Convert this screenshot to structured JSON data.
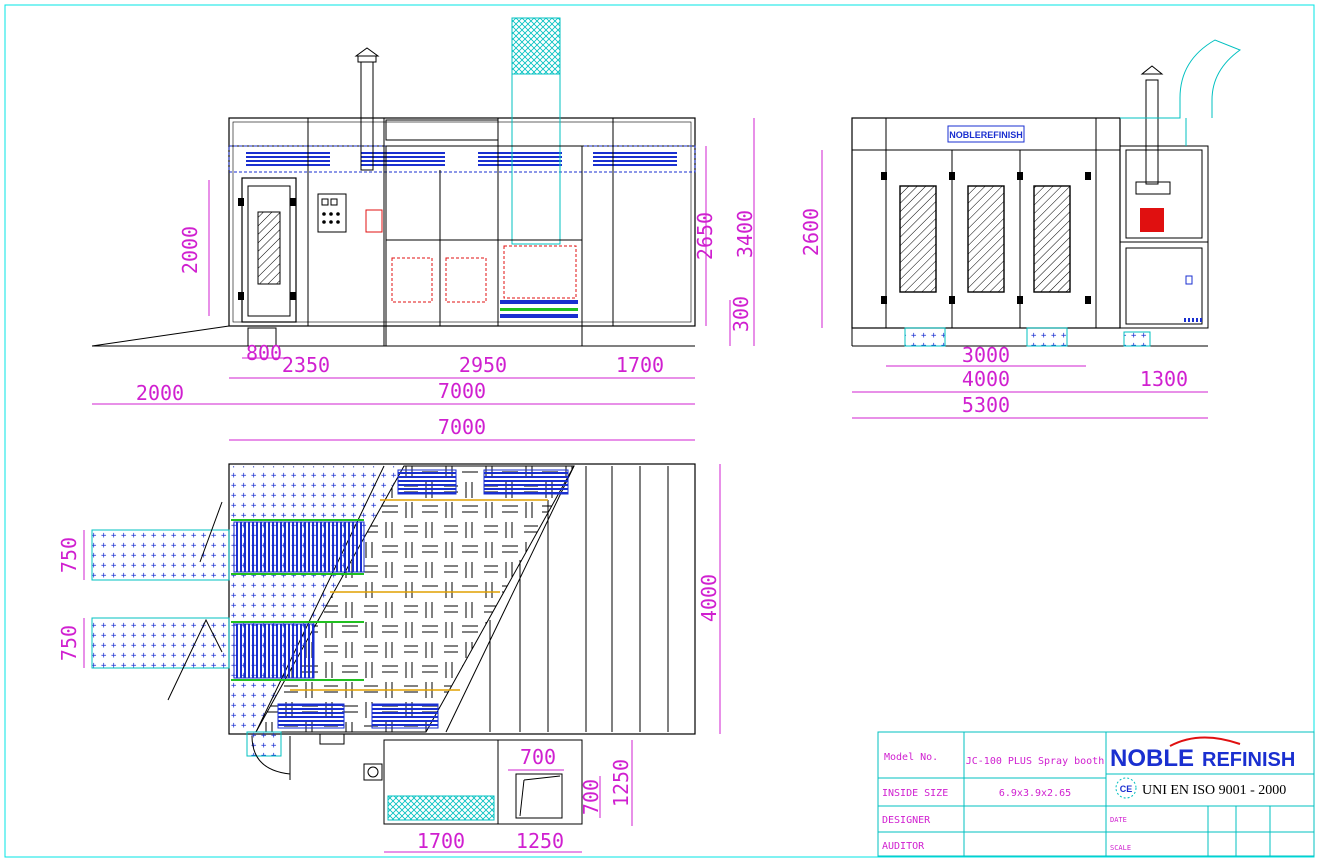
{
  "dims": {
    "side_2000_h": "2000",
    "side_2650": "2650",
    "side_3400": "3400",
    "side_300": "300",
    "side_800": "800",
    "side_2350": "2350",
    "side_2950": "2950",
    "side_1700": "1700",
    "side_2000_w": "2000",
    "side_7000": "7000",
    "front_2600": "2600",
    "front_3000": "3000",
    "front_4000": "4000",
    "front_1300": "1300",
    "front_5300": "5300",
    "plan_7000": "7000",
    "plan_4000": "4000",
    "plan_750a": "750",
    "plan_750b": "750",
    "plan_700a": "700",
    "plan_700b": "700",
    "plan_1250v": "1250",
    "plan_1700": "1700",
    "plan_1250h": "1250"
  },
  "title_block": {
    "model_label": "Model No.",
    "model_value": "JC-100 PLUS Spray booth",
    "inside_label": "INSIDE SIZE",
    "inside_value": "6.9x3.9x2.65",
    "designer_label": "DESIGNER",
    "auditor_label": "AUDITOR",
    "date_label": "DATE",
    "scale_label": "SCALE",
    "iso": "UNI EN ISO 9001 - 2000",
    "ce": "CE",
    "logo_a": "NOBLE",
    "logo_b": "REFINISH"
  },
  "booth_logo": "NOBLEREFINISH",
  "colors": {
    "frame": "#00e5e5",
    "dimension": "#d020d0",
    "line": "#000000",
    "blue": "#1a2fd0",
    "red": "#e01010",
    "green": "#20c020"
  }
}
